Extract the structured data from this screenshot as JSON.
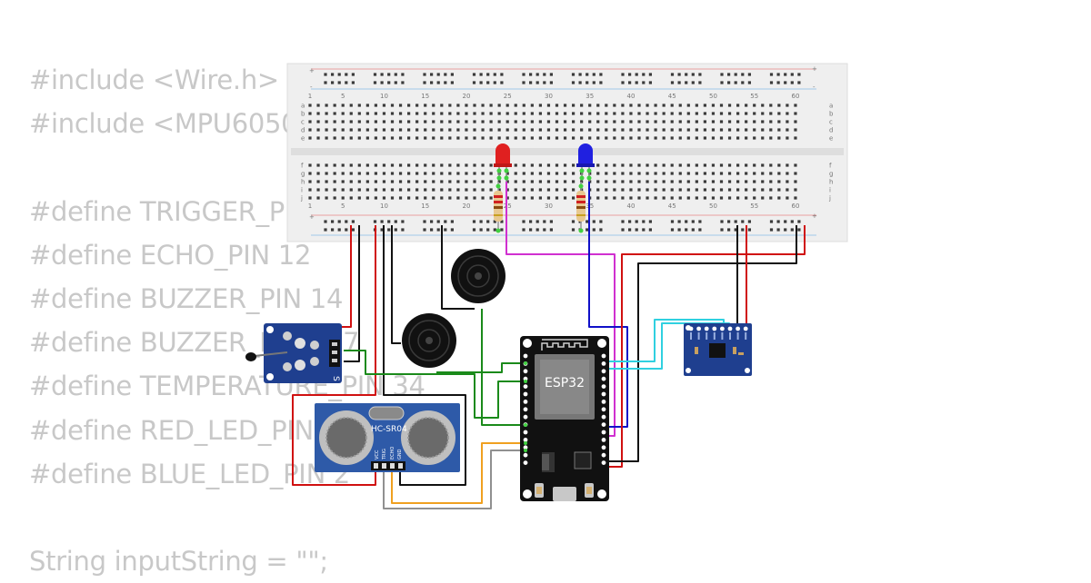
{
  "code_lines": [
    "#include <Wire.h>",
    "#include <MPU6050.h>",
    "",
    "#define TRIGGER_PIN 13",
    "#define ECHO_PIN 12",
    "#define BUZZER_PIN 14",
    "#define BUZZER_PIN2 27",
    "#define TEMPERATURE_PIN 34",
    "#define RED_LED_PIN 4",
    "#define BLUE_LED_PIN 2",
    "",
    "String inputString = \"\";"
  ],
  "breadboard": {
    "column_numbers": [
      "1",
      "5",
      "10",
      "15",
      "20",
      "25",
      "30",
      "35",
      "40",
      "45",
      "50",
      "55",
      "60"
    ],
    "rows_top": [
      "a",
      "b",
      "c",
      "d",
      "e"
    ],
    "rows_bottom": [
      "f",
      "g",
      "h",
      "i",
      "j"
    ],
    "rail_plus": "+",
    "rail_minus": "-"
  },
  "esp32": {
    "label": "ESP32"
  },
  "hcsr04": {
    "label": "HC-SR04",
    "pins": [
      "VCC",
      "TRIG",
      "ECHO",
      "GND"
    ]
  },
  "temp_sensor": {
    "label": "S"
  },
  "colors": {
    "wire_red": "#d01010",
    "wire_black": "#111111",
    "wire_green": "#1a8a1a",
    "wire_magenta": "#d030d0",
    "wire_blue": "#1010c8",
    "wire_cyan": "#30d0e0",
    "wire_orange": "#f0a020",
    "wire_gray": "#909090",
    "led_red": "#e02020",
    "led_blue": "#2020e0",
    "module_blue": "#1f3f8f",
    "code_text": "#c8c8c8"
  }
}
